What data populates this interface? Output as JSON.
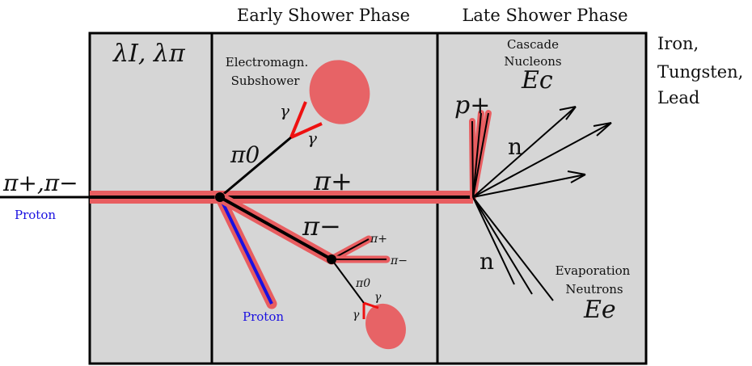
{
  "headers": {
    "early": "Early Shower Phase",
    "late": "Late Shower Phase"
  },
  "materials": {
    "line1": "Iron,",
    "line2": "Tungsten,",
    "line3": "Lead"
  },
  "lengths": {
    "text": "λI, λπ"
  },
  "incoming": {
    "pion_text": "π+,π−",
    "proton_label": "Proton"
  },
  "em": {
    "line1": "Electromagn.",
    "line2": "Subshower",
    "gamma": "γ",
    "pi0": "π0"
  },
  "tracks": {
    "pi_plus_main": "π+",
    "pi_minus_main": "π−",
    "pi_plus_small": "π+",
    "pi_minus_small": "π−",
    "pi0_small": "π0",
    "gamma": "γ",
    "proton_label": "Proton"
  },
  "late": {
    "cascade_line1": "Cascade",
    "cascade_line2": "Nucleons",
    "cascade_energy": "Ec",
    "proton": "p+",
    "neutron": "n",
    "evap_line1": "Evaporation",
    "evap_line2": "Neutrons",
    "evap_energy": "Ee"
  },
  "colors": {
    "panel": "#d6d6d6",
    "shower": "#e85d60",
    "proton": "#1a10e0",
    "track": "#000000",
    "gamma": "#ee1111"
  }
}
